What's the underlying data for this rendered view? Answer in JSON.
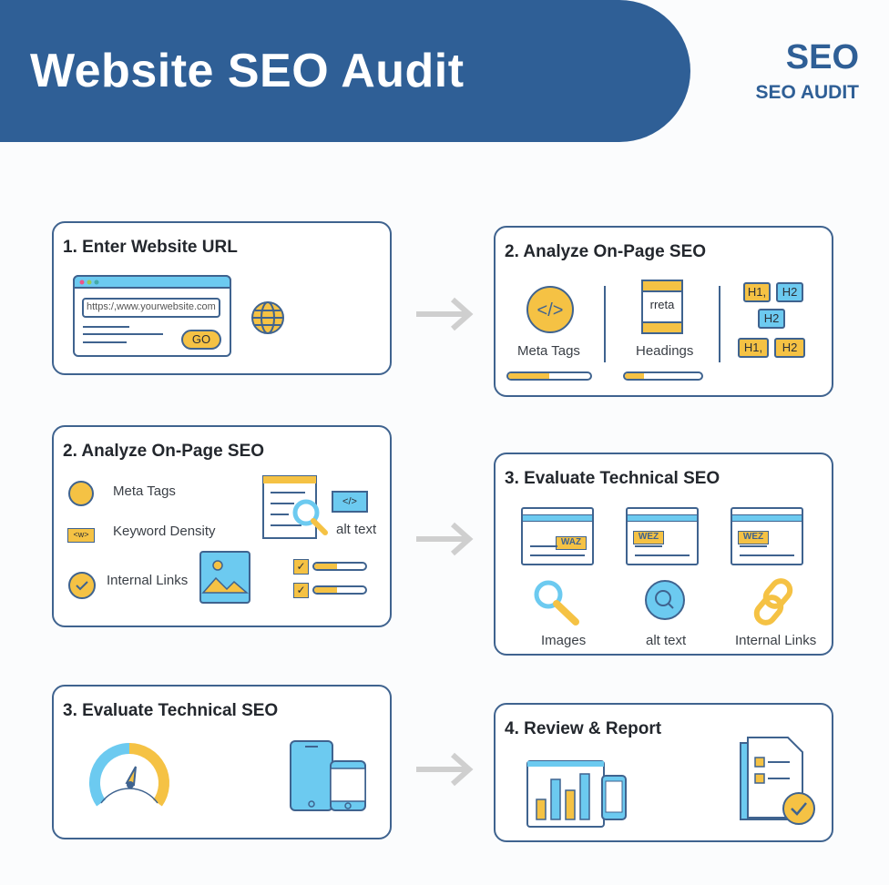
{
  "header": {
    "title": "Website SEO Audit",
    "brand": "SEO",
    "subtitle": "SEO AUDIT"
  },
  "card1": {
    "title": "1. Enter Website URL",
    "url": "https:/,www.yourwebsite.com",
    "go": "GO"
  },
  "card2r": {
    "title": "2. Analyze On-Page SEO",
    "meta_label": "Meta Tags",
    "doc_text": "rreta",
    "headings_label": "Headings",
    "meta_progress": 0.5,
    "headings_progress": 0.25,
    "tags": [
      "H1,",
      "H2",
      "H2",
      "H1,",
      "H2"
    ]
  },
  "card2l": {
    "title": "2. Analyze On-Page SEO",
    "items": [
      "Meta Tags",
      "Keyword Density",
      "Internal Links"
    ],
    "kw_icon": "<w>",
    "code_icon": "</>",
    "alt_text": "alt text",
    "check_progress": [
      0.45,
      0.45
    ]
  },
  "card3r": {
    "title": "3. Evaluate Technical SEO",
    "badges": [
      "WAZ",
      "WEZ",
      "WEZ"
    ],
    "labels": [
      "Images",
      "alt text",
      "Internal Links"
    ]
  },
  "card3l": {
    "title": "3. Evaluate Technical SEO"
  },
  "card4": {
    "title": "4. Review & Report"
  },
  "colors": {
    "primary": "#2f5f96",
    "accent": "#f5c244",
    "light": "#6ccaf0"
  }
}
